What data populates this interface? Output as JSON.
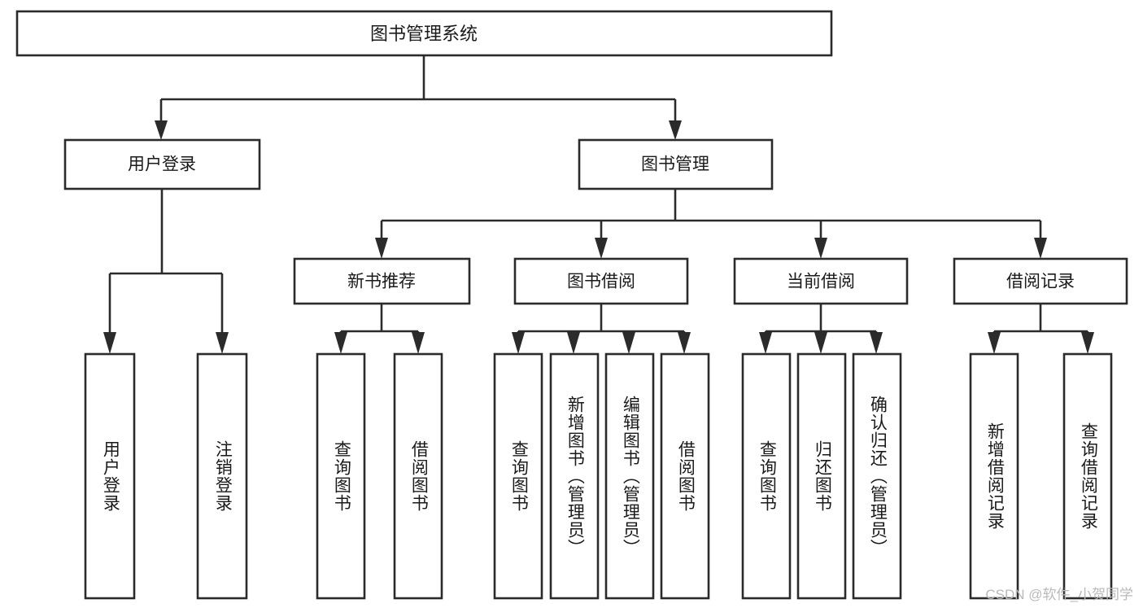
{
  "diagram": {
    "title": "图书管理系统",
    "watermark": "CSDN @软件_小贺同学",
    "colors": {
      "stroke": "#2b2b2b",
      "fill": "#ffffff",
      "text": "#1a1a1a",
      "watermark": "#b9b9b9"
    },
    "levels": {
      "root": {
        "label": "图书管理系统"
      },
      "level1": [
        {
          "label": "用户登录"
        },
        {
          "label": "图书管理"
        }
      ],
      "level2": [
        {
          "label": "新书推荐"
        },
        {
          "label": "图书借阅"
        },
        {
          "label": "当前借阅"
        },
        {
          "label": "借阅记录"
        }
      ],
      "leaves": {
        "user_login": [
          {
            "label": "用户登录"
          },
          {
            "label": "注销登录"
          }
        ],
        "new_book_recommend": [
          {
            "label": "查询图书"
          },
          {
            "label": "借阅图书"
          }
        ],
        "book_borrow": [
          {
            "label": "查询图书"
          },
          {
            "label": "新增图书（管理员）"
          },
          {
            "label": "编辑图书（管理员）"
          },
          {
            "label": "借阅图书"
          }
        ],
        "current_borrow": [
          {
            "label": "查询图书"
          },
          {
            "label": "归还图书"
          },
          {
            "label": "确认归还（管理员）"
          }
        ],
        "borrow_record": [
          {
            "label": "新增借阅记录"
          },
          {
            "label": "查询借阅记录"
          }
        ]
      }
    }
  }
}
